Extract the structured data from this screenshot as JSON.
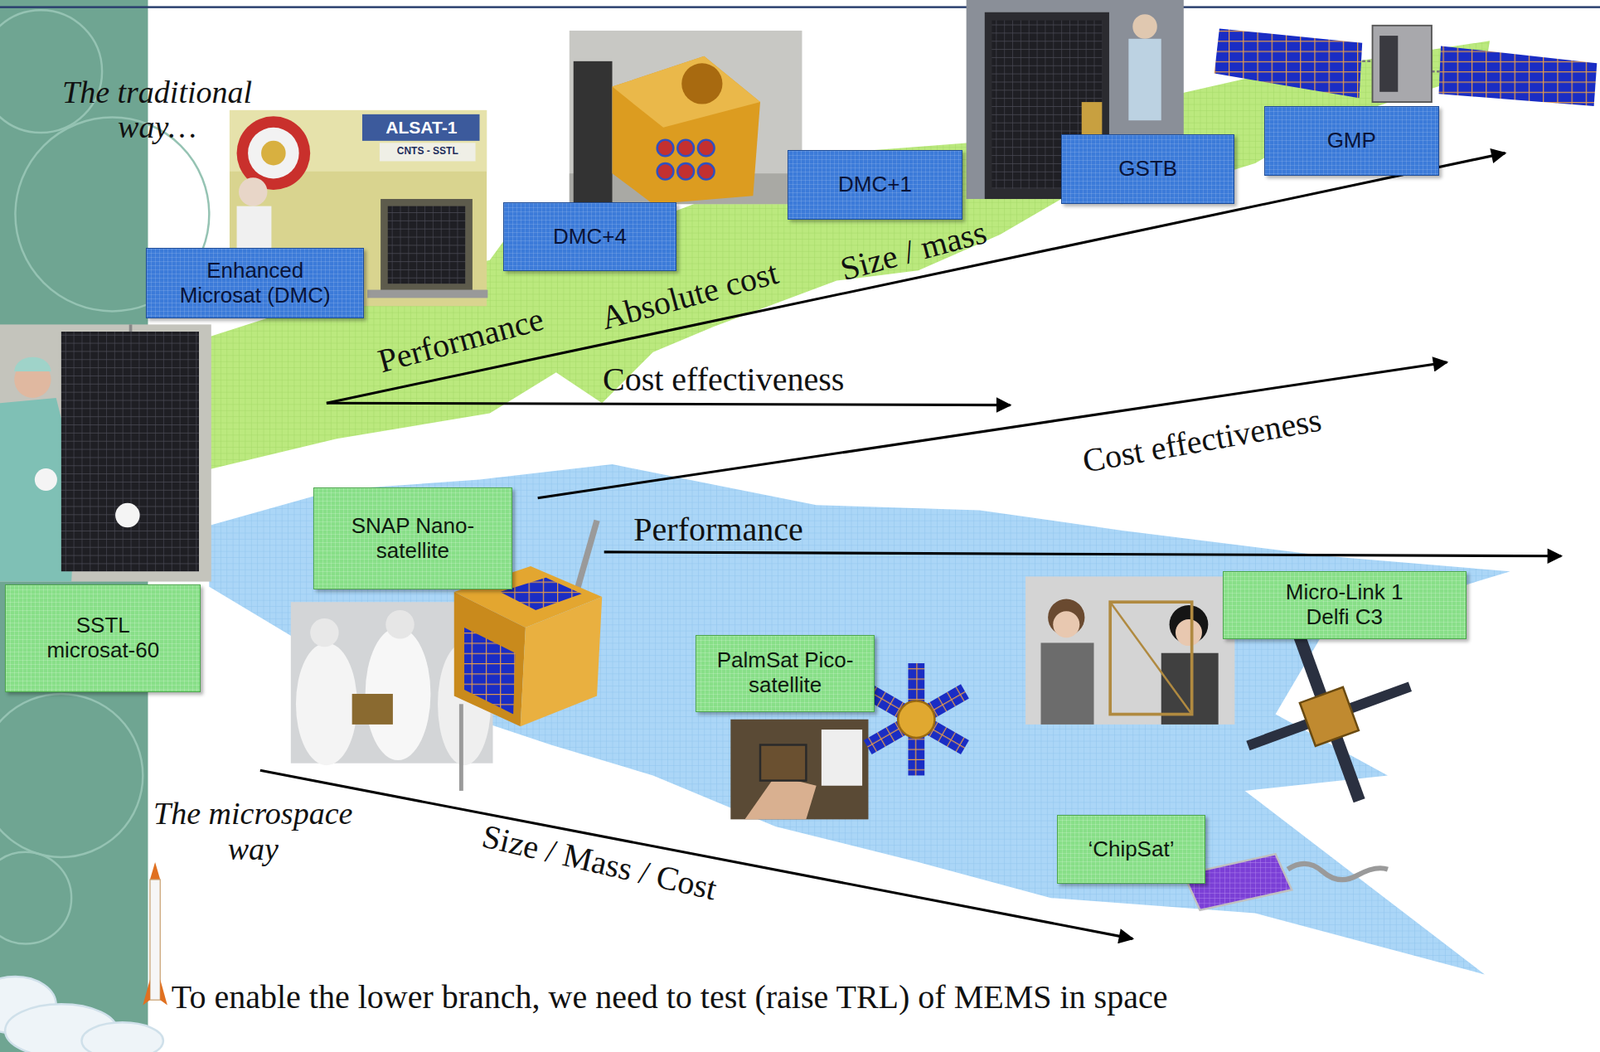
{
  "diagram": {
    "nodes": [
      {
        "text": [
          "Enhanced Microsat (DMC)"
        ]
      },
      {
        "text": [
          "DMC+4"
        ]
      },
      {
        "text": [
          "DMC+1"
        ]
      },
      {
        "text": [
          "GSTB"
        ]
      },
      {
        "text": [
          "GMP"
        ]
      },
      {
        "text": [
          "SSTL microsat-60"
        ]
      },
      {
        "text": [
          "SNAP Nano-satellite"
        ]
      },
      {
        "text": [
          "PalmSat Pico-satellite"
        ]
      },
      {
        "text": [
          "Micro-Link 1 Delfi C3"
        ]
      },
      {
        "text": [
          "‘ChipSat’"
        ]
      }
    ],
    "labels": [
      "The traditional way…",
      "ALSAT-1",
      "CNTS - SSTL",
      "Performance",
      "Absolute cost",
      "Size / mass",
      "Cost effectiveness",
      "Cost effectiveness",
      "Performance",
      "The microspace way",
      "Size / Mass / Cost",
      "To enable the lower branch, we need to test (raise TRL) of MEMS in space"
    ]
  }
}
